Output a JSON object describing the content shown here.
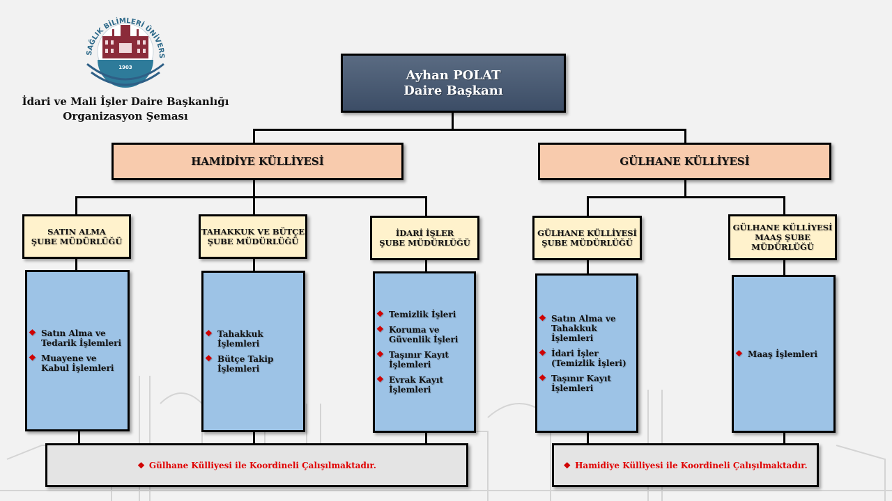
{
  "header": {
    "logo_arc_text": "SAĞLIK BİLİMLERİ ÜNİVERSİTESİ",
    "logo_year": "1903",
    "title_line1": "İdari ve Mali İşler Daire Başkanlığı",
    "title_line2": "Organizasyon Şeması"
  },
  "head": {
    "name": "Ayhan POLAT",
    "role": "Daire Başkanı"
  },
  "campuses": [
    {
      "label": "HAMİDİYE KÜLLİYESİ",
      "branches": [
        {
          "line1": "SATIN ALMA",
          "line2": "ŞUBE MÜDÜRLÜĞÜ",
          "tasks": [
            "Satın Alma ve Tedarik İşlemleri",
            "Muayene ve Kabul İşlemleri"
          ]
        },
        {
          "line1": "TAHAKKUK VE BÜTÇE",
          "line2": "ŞUBE MÜDÜRLÜĞÜ",
          "tasks": [
            "Tahakkuk İşlemleri",
            "Bütçe Takip İşlemleri"
          ]
        },
        {
          "line1": "İDARİ İŞLER",
          "line2": "ŞUBE MÜDÜRLÜĞÜ",
          "tasks": [
            "Temizlik İşleri",
            "Koruma ve Güvenlik İşleri",
            "Taşınır Kayıt İşlemleri",
            "Evrak Kayıt İşlemleri"
          ]
        }
      ],
      "note": "Gülhane Külliyesi ile Koordineli Çalışılmaktadır."
    },
    {
      "label": "GÜLHANE KÜLLİYESİ",
      "branches": [
        {
          "line1": "GÜLHANE KÜLLİYESİ",
          "line2": "ŞUBE MÜDÜRLÜĞÜ",
          "tasks": [
            "Satın Alma ve Tahakkuk İşlemleri",
            "İdari İşler (Temizlik İşleri)",
            "Taşınır Kayıt İşlemleri"
          ]
        },
        {
          "line1": "GÜLHANE KÜLLİYESİ",
          "line2": "MAAŞ ŞUBE",
          "line3": "MÜDÜRLÜĞÜ",
          "tasks": [
            "Maaş İşlemleri"
          ]
        }
      ],
      "note": "Hamidiye Külliyesi ile Koordineli Çalışılmaktadır."
    }
  ],
  "icons": {
    "bullet": "❖"
  },
  "colors": {
    "head_box": "#44546a",
    "campus_box": "#f8cbad",
    "branch_box": "#fff2cc",
    "task_box": "#9dc3e6",
    "note_box": "#e4e4e4",
    "note_text": "#e00000",
    "bullet": "#d00000"
  }
}
